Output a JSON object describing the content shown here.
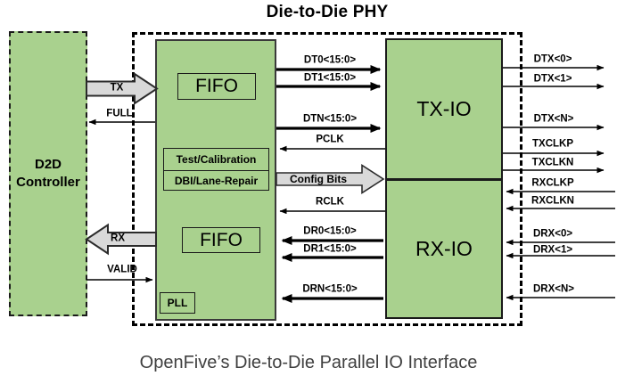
{
  "title": "Die-to-Die PHY",
  "caption": "OpenFive’s Die-to-Die Parallel IO Interface",
  "blocks": {
    "d2d_controller": {
      "line1": "D2D",
      "line2": "Controller"
    },
    "fifo_tx": "FIFO",
    "test_calibration": "Test/Calibration",
    "dbi_lane_repair": "DBI/Lane-Repair",
    "fifo_rx": "FIFO",
    "pll": "PLL",
    "tx_io": "TX-IO",
    "rx_io": "RX-IO"
  },
  "signals": {
    "controller": {
      "tx": "TX",
      "full": "FULL",
      "rx": "RX",
      "valid": "VALID"
    },
    "internal": {
      "dt0": "DT0<15:0>",
      "dt1": "DT1<15:0>",
      "dtn": "DTN<15:0>",
      "pclk": "PCLK",
      "config_bits": "Config Bits",
      "rclk": "RCLK",
      "dr0": "DR0<15:0>",
      "dr1": "DR1<15:0>",
      "drn": "DRN<15:0>"
    },
    "external": {
      "dtx0": "DTX<0>",
      "dtx1": "DTX<1>",
      "dtxn": "DTX<N>",
      "txclkp": "TXCLKP",
      "txclkn": "TXCLKN",
      "rxclkp": "RXCLKP",
      "rxclkn": "RXCLKN",
      "drx0": "DRX<0>",
      "drx1": "DRX<1>",
      "drxn": "DRX<N>"
    }
  },
  "colors": {
    "block_green": "#a9d18e",
    "block_arrow_gray": "#d9d9d9",
    "line_black": "#000000"
  }
}
